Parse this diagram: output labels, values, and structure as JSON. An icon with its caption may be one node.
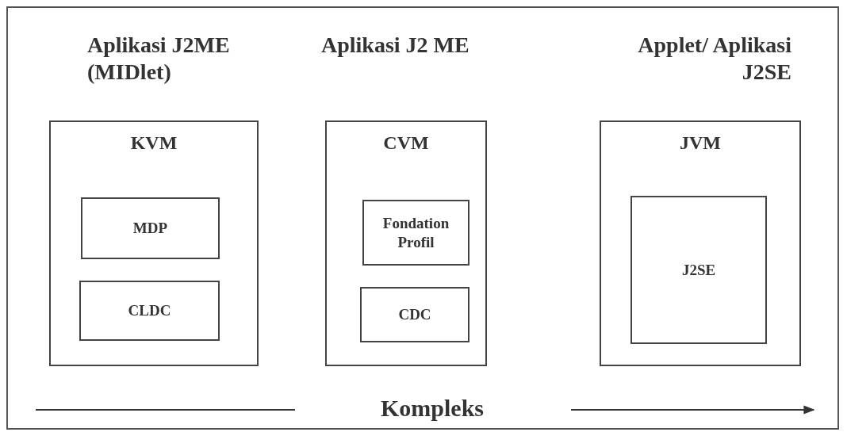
{
  "diagram": {
    "nodes": [
      {
        "text": [
          "KVM"
        ],
        "beside": [
          "Aplikasi J2ME (MIDlet)"
        ]
      },
      {
        "text": [
          "MDP"
        ],
        "in": 0
      },
      {
        "text": [
          "CLDC"
        ],
        "in": 0
      },
      {
        "text": [
          "CVM"
        ],
        "beside": [
          "Aplikasi J2 ME"
        ]
      },
      {
        "text": [
          "Fondation Profil"
        ],
        "in": 3
      },
      {
        "text": [
          "CDC"
        ],
        "in": 3
      },
      {
        "text": [
          "JVM"
        ],
        "beside": [
          "Applet/ Aplikasi J2SE"
        ]
      },
      {
        "text": [
          "J2SE"
        ],
        "in": 6
      }
    ],
    "edges": [],
    "labels": [
      "Kompleks"
    ]
  }
}
